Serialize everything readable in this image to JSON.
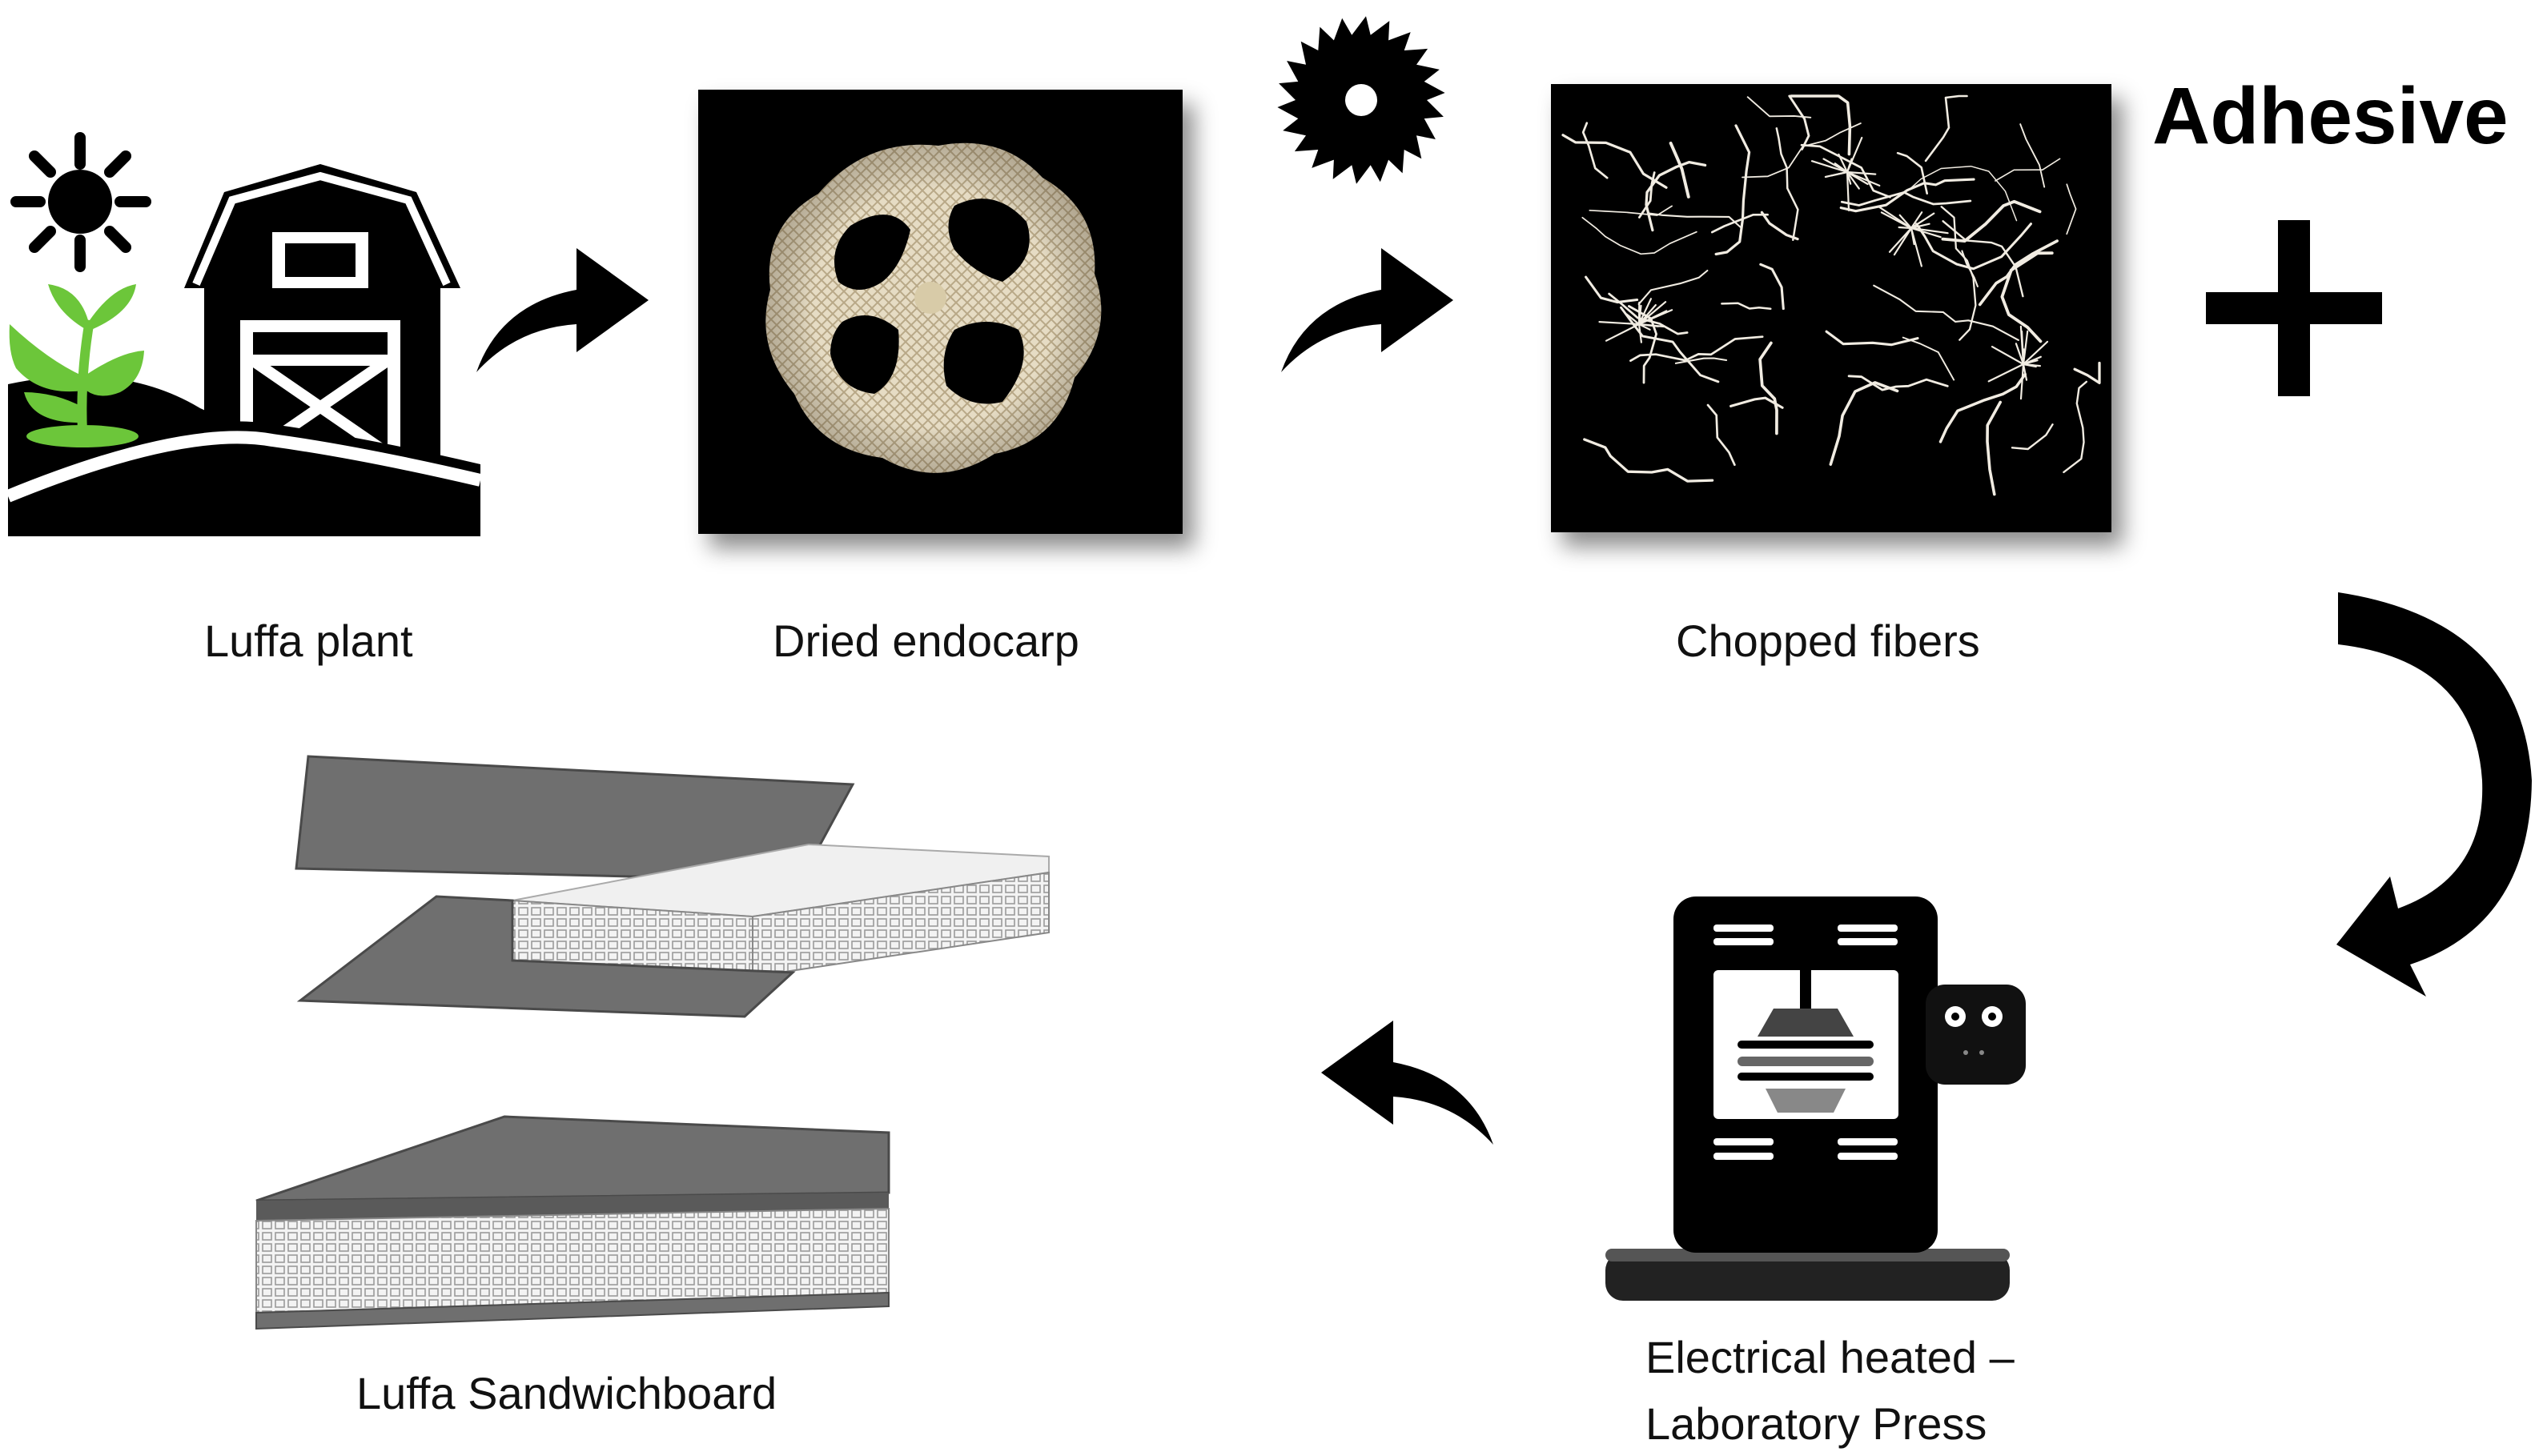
{
  "labels": {
    "luffa_plant": "Luffa plant",
    "dried_endocarp": "Dried endocarp",
    "chopped_fibers": "Chopped fibers",
    "adhesive": "Adhesive",
    "press_line1": "Electrical heated –",
    "press_line2": "Laboratory Press",
    "sandwichboard": "Luffa Sandwichboard"
  },
  "icons": {
    "farm": "farm-barn-plant-icon",
    "saw": "circular-saw-blade-icon",
    "plus": "plus-icon",
    "press": "laboratory-press-icon",
    "arrow": "curved-arrow-icon"
  },
  "colors": {
    "plant_green": "#6cc63a",
    "fiber_white": "#f1ece2",
    "endocarp_beige": "#e6dcc4",
    "board_gray": "#6f6f6f",
    "core_light": "#ebebeb"
  }
}
